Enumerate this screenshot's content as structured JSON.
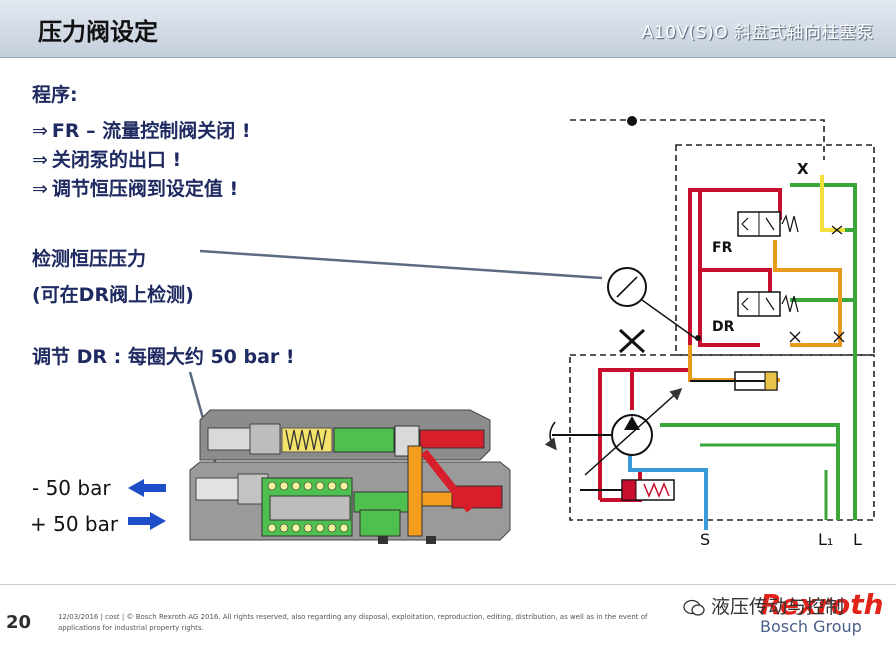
{
  "header": {
    "title": "压力阀设定",
    "subtitle": "A10V(S)O 斜盘式轴向柱塞泵"
  },
  "content": {
    "procedure_label": "程序:",
    "steps": [
      "FR – 流量控制阀关闭 !",
      "关闭泵的出口 !",
      "调节恒压阀到设定值 !"
    ],
    "step_arrow": "⇒",
    "measure_line1": "检测恒压压力",
    "measure_line2": "(可在DR阀上检测)",
    "adjust_text": "调节 DR : 每圈大约 50 bar !",
    "minus_label": "- 50 bar",
    "plus_label": "+ 50 bar"
  },
  "schematic": {
    "label_x": "X",
    "label_fr": "FR",
    "label_dr": "DR",
    "label_s": "S",
    "label_l1": "L₁",
    "label_l": "L"
  },
  "footer": {
    "page_number": "20",
    "copyright": "12/03/2016 | cost | © Bosch Rexroth AG 2016. All rights reserved, also regarding any disposal, exploitation, reproduction, editing, distribution, as well as in the event of applications for industrial property rights.",
    "wechat_text": "液压传动与控制",
    "brand": "Rexroth",
    "group": "Bosch Group"
  },
  "colors": {
    "red": "#c8102e",
    "green": "#3aa63a",
    "orange": "#e79a1e",
    "yellow": "#f0df3c",
    "blue": "#3a9ad9",
    "arrow_blue": "#1e4fc8"
  }
}
